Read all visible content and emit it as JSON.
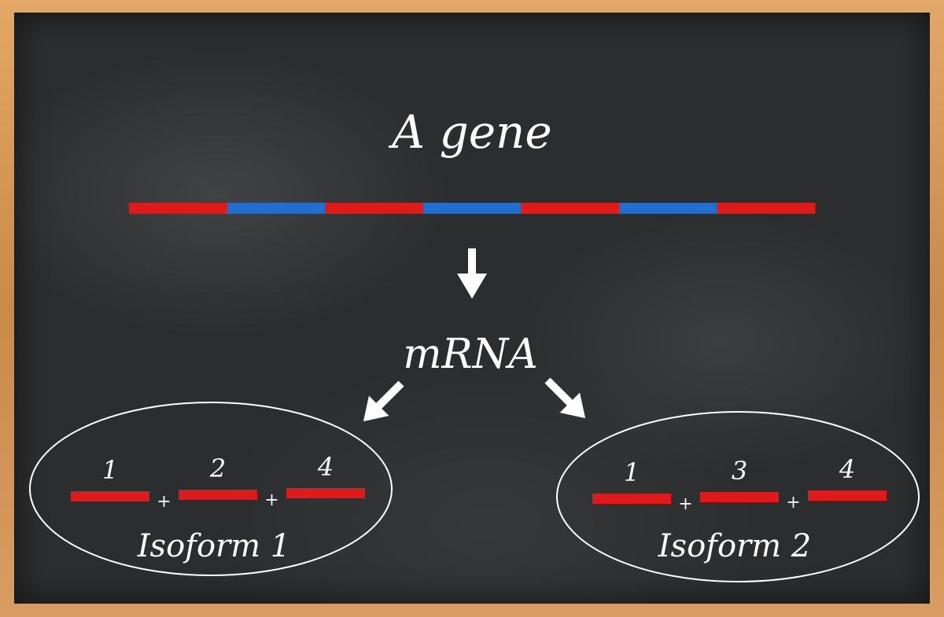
{
  "title": "A gene",
  "mrna_label": "mRNA",
  "colors": {
    "exon": "#e01a1a",
    "intron": "#1f6fcf",
    "chalk": "#ffffff"
  },
  "gene_segments": [
    "exon",
    "intron",
    "exon",
    "intron",
    "exon",
    "intron",
    "exon"
  ],
  "isoforms": [
    {
      "label": "Isoform 1",
      "exons": [
        "1",
        "2",
        "4"
      ],
      "plus": "+"
    },
    {
      "label": "Isoform 2",
      "exons": [
        "1",
        "3",
        "4"
      ],
      "plus": "+"
    }
  ]
}
